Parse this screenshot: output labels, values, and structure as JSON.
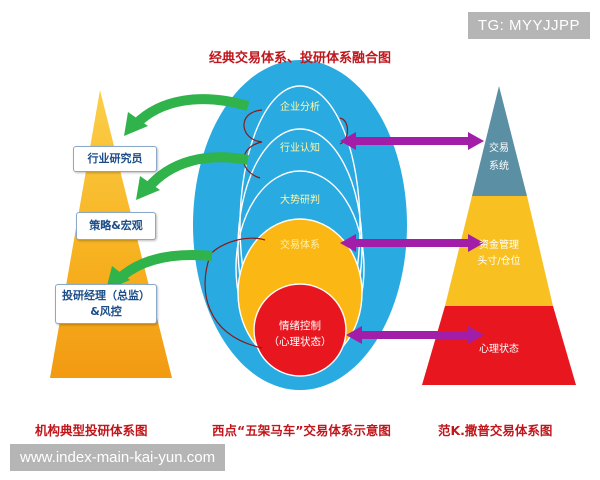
{
  "watermark": {
    "tg": "TG: MYYJJPP",
    "url": "www.index-main-kai-yun.com"
  },
  "title": "经典交易体系、投研体系融合图",
  "captions": {
    "left": "机构典型投研体系图",
    "center": "西点“五架马车”交易体系示意图",
    "right": "范K.撒普交易体系图"
  },
  "left_boxes": {
    "analyst": "行业研究员",
    "strategy": "策略&宏观",
    "manager_line1": "投研经理（总监）",
    "manager_line2": "&风控"
  },
  "center_labels": {
    "enterprise": "企业分析",
    "industry": "行业认知",
    "macro": "大势研判",
    "trading_system": "交易体系",
    "emotion_line1": "情绪控制",
    "emotion_line2": "（心理状态）"
  },
  "right_levels": {
    "top_line1": "交易",
    "top_line2": "系统",
    "middle_line1": "资金管理",
    "middle_line2": "头寸/仓位",
    "bottom": "心理状态"
  },
  "colors": {
    "title_red": "#c0171d",
    "oval_blue": "#29aae1",
    "oval_yellow": "#fbb714",
    "circle_red": "#e8171f",
    "arrow_green": "#2fb34a",
    "arrow_purple": "#a21ea8",
    "pyramid_teal": "#5b8fa3",
    "pyramid_yellow": "#f8c020",
    "pyramid_red": "#e8171f"
  },
  "icons": [
    "curved-arrow-icon",
    "double-arrow-icon"
  ]
}
